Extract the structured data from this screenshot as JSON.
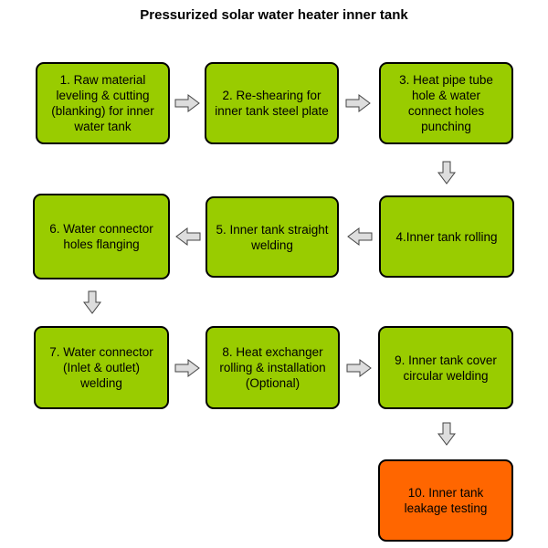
{
  "title": "Pressurized solar water heater inner tank",
  "colors": {
    "step_fill": "#99cc00",
    "final_fill": "#ff6600",
    "arrow_fill": "#dddddd",
    "border": "#000000"
  },
  "steps": [
    {
      "label": "1. Raw material\nleveling & cutting\n(blanking) for inner\nwater tank"
    },
    {
      "label": "2. Re-shearing for\ninner tank steel plate"
    },
    {
      "label": "3. Heat pipe tube\nhole & water\nconnect holes\npunching"
    },
    {
      "label": "4.Inner tank rolling"
    },
    {
      "label": "5. Inner tank straight\nwelding"
    },
    {
      "label": "6. Water connector\nholes flanging"
    },
    {
      "label": "7. Water connector\n(Inlet & outlet)\nwelding"
    },
    {
      "label": "8. Heat exchanger\nrolling & installation\n(Optional)"
    },
    {
      "label": "9. Inner tank cover\ncircular welding"
    },
    {
      "label": "10. Inner tank\nleakage testing"
    }
  ],
  "arrows": [
    {
      "direction": "right"
    },
    {
      "direction": "right"
    },
    {
      "direction": "down"
    },
    {
      "direction": "left"
    },
    {
      "direction": "left"
    },
    {
      "direction": "down"
    },
    {
      "direction": "right"
    },
    {
      "direction": "right"
    },
    {
      "direction": "down"
    }
  ]
}
